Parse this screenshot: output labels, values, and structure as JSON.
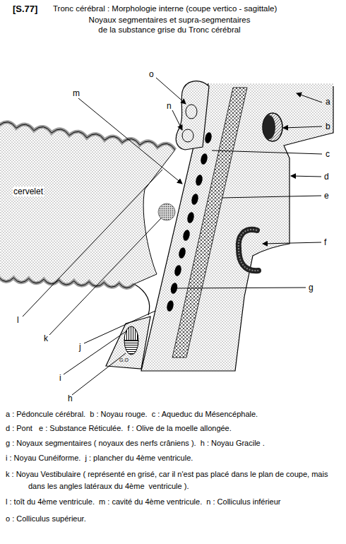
{
  "diagram": {
    "title": "Tronc cérébral : Morphologie interne (coupe vertico - sagittale)",
    "nodes": [
      {
        "text": [
          "cervelet"
        ]
      },
      {
        "text": [
          "G.O"
        ]
      }
    ],
    "labels": [
      "[S.77]",
      "Noyaux segmentaires et supra-segmentaires de la substance grise du Tronc cérébral",
      "o",
      "m",
      "n",
      "a",
      "b",
      "c",
      "d",
      "e",
      "f",
      "g",
      "l",
      "k",
      "j",
      "i",
      "h",
      "a : Pédoncule cérébral.  b : Noyau rouge.  c : Aqueduc du Mésencéphale.",
      "d : Pont   e : Substance Réticulée.  f : Olive de la moelle allongée.",
      "g : Noyaux segmentaires ( noyaux des nerfs crâniens ).  h : Noyau Gracile .",
      "i : Noyau Cunéiforme.  j : plancher du 4ème ventricule.",
      "k : Noyau Vestibulaire ( représenté en grisé, car il n'est pas placé dans le plan de coupe, mais dans les angles latéraux du 4ème  ventricule ).",
      "l : toît du 4ème ventricule.  m : cavité du 4ème ventricule.  n : Colliculus inférieur",
      "o : Colliculus supérieur."
    ]
  }
}
